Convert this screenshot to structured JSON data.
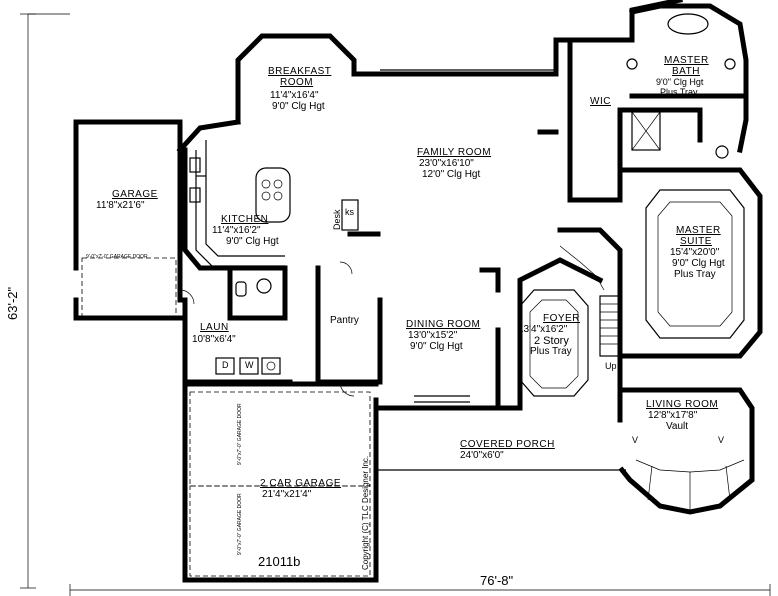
{
  "rooms": {
    "breakfast": {
      "name_line1": "BREAKFAST",
      "name_line2": "ROOM",
      "size": "11'4\"x16'4\"",
      "ceiling": "9'0\" Clg Hgt"
    },
    "family": {
      "name": "FAMILY ROOM",
      "size": "23'0\"x16'10\"",
      "ceiling": "12'0\" Clg Hgt"
    },
    "master_bath": {
      "name_line1": "MASTER",
      "name_line2": "BATH",
      "ceiling": "9'0\" Clg Hgt",
      "note": "Plus Tray"
    },
    "wic": {
      "name": "WIC"
    },
    "garage_small": {
      "name": "GARAGE",
      "size": "11'8\"x21'6\""
    },
    "kitchen": {
      "name": "KITCHEN",
      "size": "11'4\"x16'2\"",
      "ceiling": "9'0\" Clg Hgt"
    },
    "master_suite": {
      "name_line1": "MASTER",
      "name_line2": "SUITE",
      "size": "15'4\"x20'0\"",
      "ceiling": "9'0\" Clg Hgt",
      "note": "Plus Tray"
    },
    "laun": {
      "name": "LAUN",
      "size": "10'8\"x6'4\""
    },
    "pantry": {
      "name": "Pantry"
    },
    "dining": {
      "name": "DINING ROOM",
      "size": "13'0\"x15'2\"",
      "ceiling": "9'0\" Clg Hgt"
    },
    "foyer": {
      "name": "FOYER",
      "size": "13'4\"x16'2\"",
      "note_line1": "2 Story",
      "note_line2": "Plus Tray"
    },
    "living": {
      "name": "LIVING ROOM",
      "size": "12'8\"x17'8\"",
      "note": "Vault"
    },
    "porch": {
      "name": "COVERED PORCH",
      "size": "24'0\"x6'0\""
    },
    "garage_two": {
      "name": "2 CAR GARAGE",
      "size": "21'4\"x21'4\""
    }
  },
  "fixtures": {
    "desk": "Desk",
    "ks": "ks",
    "washer": "W",
    "dryer": "D",
    "up": "Up",
    "garage_door_small": "9'-0\"x7'-0\" GARAGE DOOR",
    "garage_door_1": "9'-0\"x7'-0\" GARAGE DOOR",
    "garage_door_2": "9'-0\"x7'-0\" GARAGE DOOR",
    "vault_mark": "V"
  },
  "plan_number": "21011b",
  "copyright": "Copyright (C) TLC Designer Inc.",
  "dimensions": {
    "width": "76'-8\"",
    "depth": "63'-2\""
  }
}
